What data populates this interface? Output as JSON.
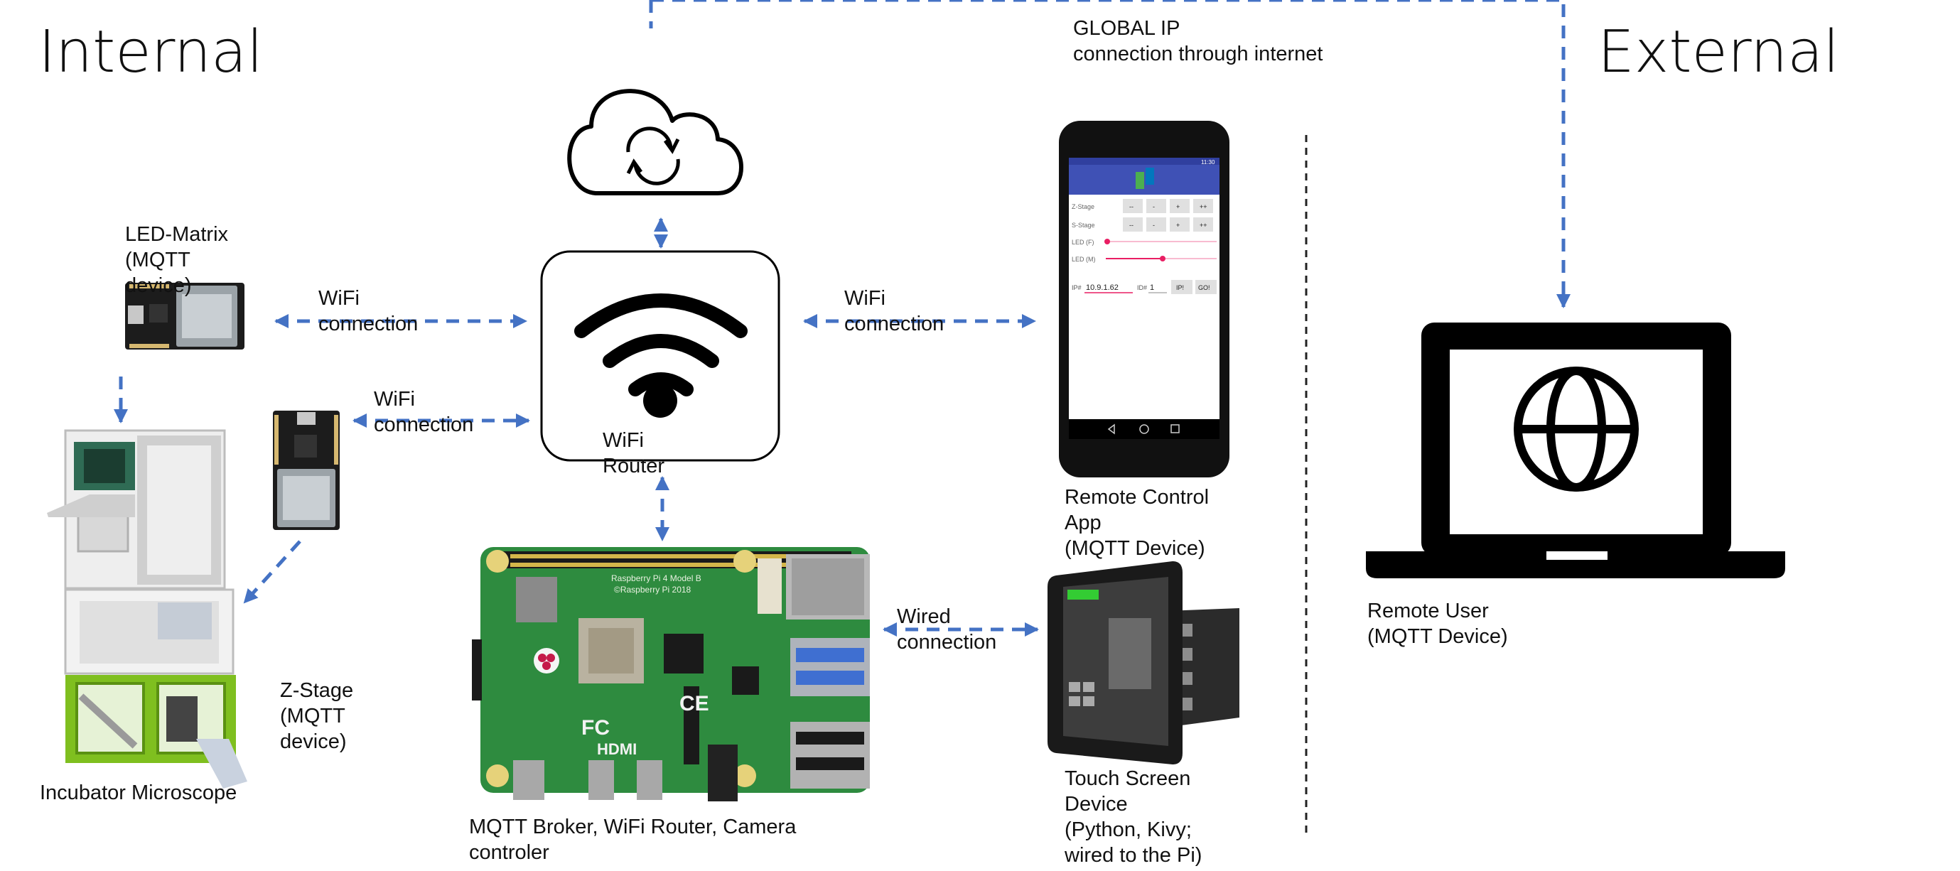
{
  "headings": {
    "internal": "Internal",
    "external": "External"
  },
  "labels": {
    "global_ip": "GLOBAL IP\nconnection through internet",
    "led_matrix": "LED-Matrix\n(MQTT\ndevice)",
    "wifi_conn_1": "WiFi\nconnection",
    "wifi_conn_2": "WiFi\nconnection",
    "wifi_conn_3": "WiFi\nconnection",
    "wifi_router": "WiFi\nRouter",
    "remote_app": "Remote Control\nApp\n(MQTT Device)",
    "remote_user": "Remote User\n(MQTT Device)",
    "wired_conn": "Wired\nconnection",
    "z_stage": "Z-Stage\n(MQTT\ndevice)",
    "incubator": "Incubator Microscope",
    "broker": "MQTT Broker, WiFi Router, Camera\ncontroler",
    "touch_screen": "Touch Screen\nDevice\n(Python, Kivy;\nwired to the Pi)"
  },
  "phone_app": {
    "rows": [
      "Z-Stage",
      "S-Stage",
      "LED (F)",
      "LED (M)"
    ],
    "buttons": [
      "--",
      "-",
      "+",
      "++"
    ],
    "ip_label": "IP#",
    "ip_value": "10.9.1.62",
    "id_label": "ID#",
    "id_value": "1",
    "btn_ip": "IP!",
    "btn_go": "GO!",
    "clock": "11:30"
  },
  "board_text": {
    "model": "Raspberry Pi 4 Model B",
    "copyright": "©Raspberry Pi 2018",
    "hdmi": "HDMI",
    "fcc": "FC",
    "ce": "CE"
  },
  "colors": {
    "arrow": "#4472c4",
    "pcb": "#2e8b3f",
    "phone_header": "#3f51b5",
    "slider": "#e91e63"
  }
}
